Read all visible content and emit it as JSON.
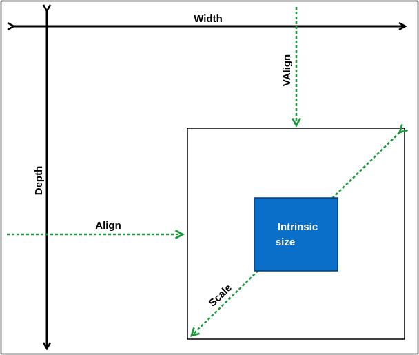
{
  "labels": {
    "width": "Width",
    "depth": "Depth",
    "valign": "VAlign",
    "align": "Align",
    "scale": "Scale",
    "intrinsic_line1": "Intrinsic",
    "intrinsic_line2": "size"
  },
  "colors": {
    "outline": "#000000",
    "guide_green": "#1a9a3a",
    "intrinsic_fill": "#0a6fc8",
    "intrinsic_border": "#0a3d73",
    "background": "#ffffff"
  }
}
